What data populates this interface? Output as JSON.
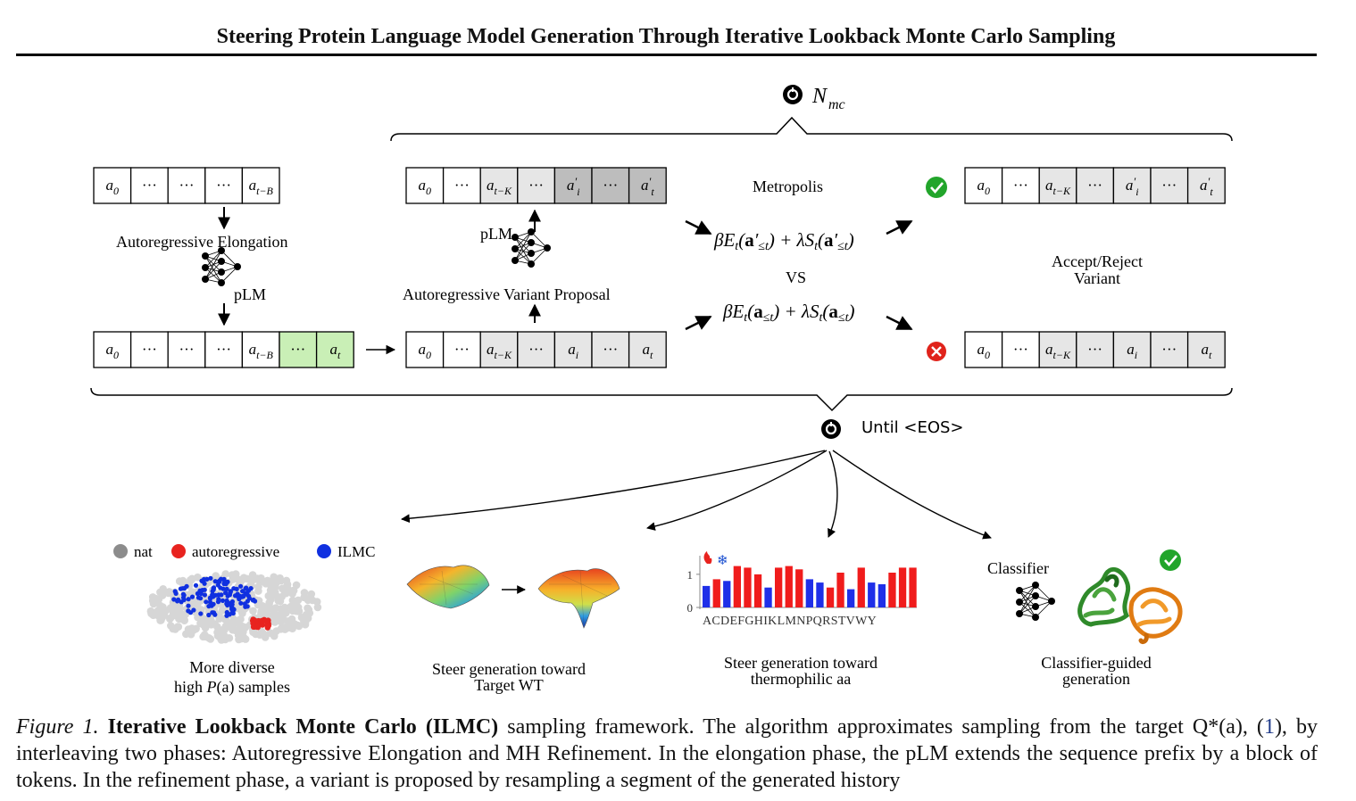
{
  "title": "Steering Protein Language Model Generation Through Iterative Lookback Monte Carlo Sampling",
  "diagram": {
    "loop_mc": "N",
    "loop_mc_sub": "mc",
    "loop_eos": "Until <EOS>",
    "elongation_label": "Autoregressive Elongation",
    "plm_label": "pLM",
    "variant_proposal_label": "Autoregressive Variant Proposal",
    "metropolis_label": "Metropolis",
    "vs_label": "VS",
    "accept_reject_line1": "Accept/Reject",
    "accept_reject_line2": "Variant",
    "energy_proposed": "βE_t(a′_≤t) + λS_t(a′_≤t)",
    "energy_current": "βE_t(a_≤t) + λS_t(a_≤t)",
    "ellipsis": "···"
  },
  "panels": {
    "legend": [
      "nat",
      "autoregressive",
      "ILMC"
    ],
    "legend_colors": [
      "#8c8c8c",
      "#e8231f",
      "#1030e0"
    ],
    "panel1_line1": "More diverse",
    "panel1_line2_pre": "high ",
    "panel1_line2_math": "P",
    "panel1_line2_post": "(a) samples",
    "panel2_line1": "Steer generation toward",
    "panel2_line2": "Target WT",
    "panel3_line1": "Steer generation toward",
    "panel3_line2": "thermophilic aa",
    "panel4_classifier": "Classifier",
    "panel4_line1": "Classifier-guided",
    "panel4_line2": "generation"
  },
  "chart_data": {
    "type": "bar",
    "categories": [
      "A",
      "C",
      "D",
      "E",
      "F",
      "G",
      "H",
      "I",
      "K",
      "L",
      "M",
      "N",
      "P",
      "Q",
      "R",
      "S",
      "T",
      "V",
      "W",
      "Y"
    ],
    "values": [
      0.65,
      0.85,
      0.8,
      1.25,
      1.2,
      1.0,
      0.6,
      1.2,
      1.25,
      1.15,
      0.85,
      0.75,
      0.6,
      1.05,
      0.55,
      1.2,
      0.75,
      0.7,
      1.05,
      1.2,
      1.2
    ],
    "colors": [
      "blue",
      "red",
      "blue",
      "red",
      "red",
      "red",
      "blue",
      "red",
      "red",
      "red",
      "blue",
      "blue",
      "red",
      "red",
      "blue",
      "red",
      "blue",
      "blue",
      "red",
      "red",
      "red"
    ],
    "yticks": [
      "0",
      "1"
    ],
    "ylim": [
      0,
      1.4
    ]
  },
  "caption": {
    "fig": "Figure 1.",
    "bold": "Iterative Lookback Monte Carlo (ILMC)",
    "text1": " sampling framework. The algorithm approximates sampling from the target",
    "qa": "Q*(a), (",
    "ref": "1",
    "text2": "), by interleaving two phases: Autoregressive Elongation and MH Refinement. In the elongation phase, the pLM extends the sequence prefix by a block of tokens. In the refinement phase, a variant is proposed by resampling a segment of the generated history"
  }
}
